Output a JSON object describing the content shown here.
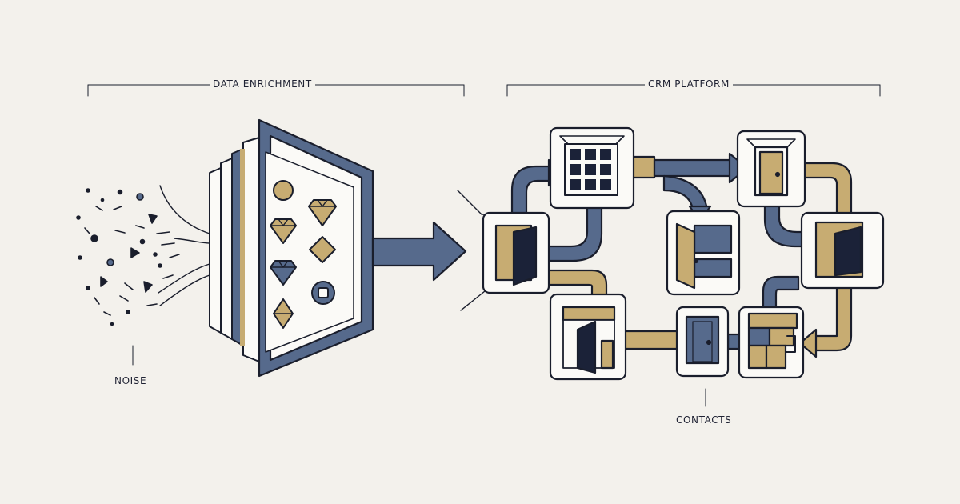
{
  "labels": {
    "enrichment": "DATA ENRICHMENT",
    "crm": "CRM PLATFORM",
    "noise": "NOISE",
    "contacts": "CONTACTS"
  },
  "colors": {
    "background": "#f3f1ec",
    "ink": "#1a1e2c",
    "slate": "#566a8c",
    "navy": "#1b2238",
    "gold": "#c7ac72",
    "panel": "#fbfaf7"
  },
  "icons": {
    "noise": "scattered-dots-icon",
    "funnel": "filter-funnel-icon",
    "gem": "diamond-icon",
    "grid": "grid-icon",
    "door": "door-icon"
  }
}
